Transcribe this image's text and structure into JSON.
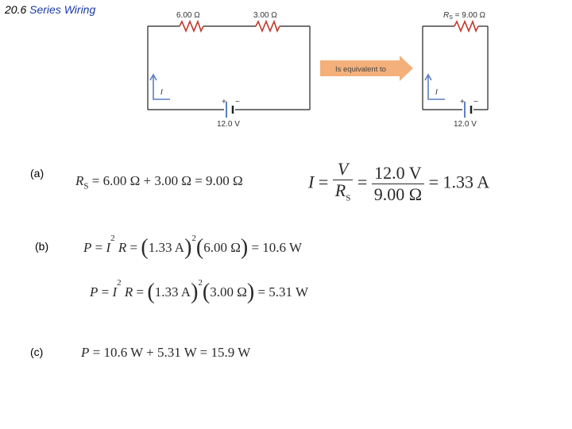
{
  "title": {
    "number": "20.6",
    "text": "Series Wiring"
  },
  "diagram": {
    "resistor_1": "6.00 Ω",
    "resistor_2": "3.00 Ω",
    "equiv_resistor": "R",
    "equiv_resistor_sub": "S",
    "equiv_resistor_value": " = 9.00 Ω",
    "battery": "12.0 V",
    "battery_2": "12.0 V",
    "current_1": "I",
    "current_2": "I",
    "plus": "+",
    "minus": "−",
    "arrow_label": "Is equivalent to",
    "colors": {
      "resistor": "#c0392b",
      "arrow": "#f3b07a",
      "wire": "#222222",
      "current_arrow": "#5b7fc2"
    }
  },
  "parts": {
    "a": {
      "label": "(a)",
      "eq1": {
        "lhs": "R",
        "lhs_sub": "S",
        "rhs": " = 6.00 Ω + 3.00 Ω = 9.00 Ω"
      },
      "eq2": {
        "lhs": "I",
        "eq": "=",
        "num1": "V",
        "den1": "R",
        "den1_sub": "S",
        "num2": "12.0 V",
        "den2": "9.00 Ω",
        "result": "= 1.33 A"
      }
    },
    "b": {
      "label": "(b)",
      "eq1": {
        "P": "P",
        "I": "I",
        "R": "R",
        "rest1": " = ",
        "rest2": " = ",
        "current": "1.33 A",
        "resistance": "6.00 Ω",
        "result": " = 10.6 W"
      },
      "eq2": {
        "P": "P",
        "I": "I",
        "R": "R",
        "rest1": " = ",
        "rest2": " = ",
        "current": "1.33 A",
        "resistance": "3.00 Ω",
        "result": " = 5.31 W"
      }
    },
    "c": {
      "label": "(c)",
      "eq": {
        "P": "P",
        "rhs": " = 10.6 W + 5.31 W = 15.9 W"
      }
    }
  }
}
